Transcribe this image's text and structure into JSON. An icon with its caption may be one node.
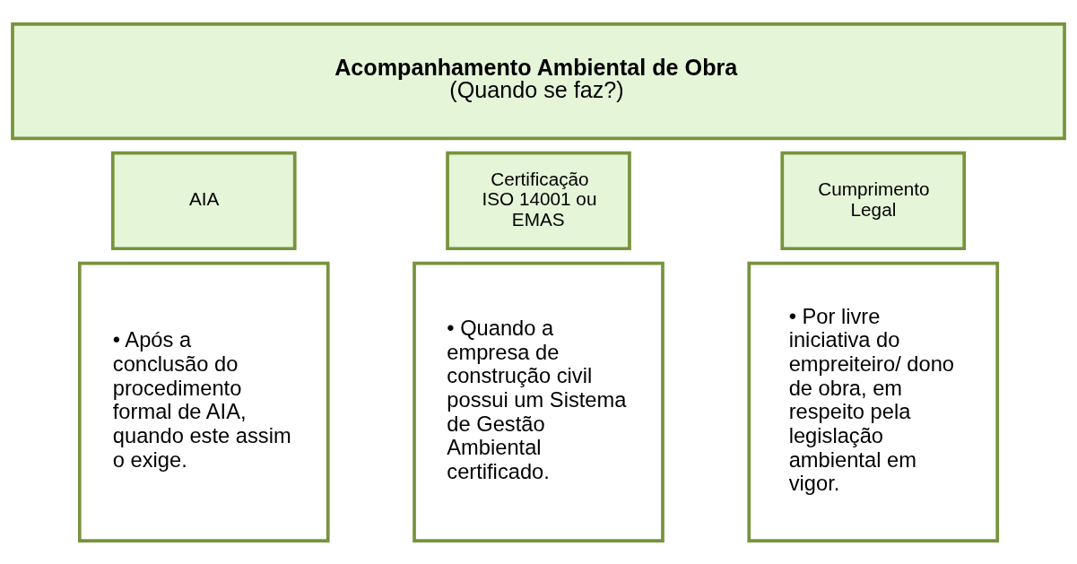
{
  "diagram": {
    "nodes": [
      {
        "text": [
          "Acompanhamento Ambiental de Obra",
          "(Quando se faz?)"
        ]
      },
      {
        "text": [
          "AIA"
        ]
      },
      {
        "text": [
          "• Após a conclusão do procedimento formal de AIA, quando este assim o exige."
        ]
      },
      {
        "text": [
          "Certificação ISO 14001 ou EMAS"
        ]
      },
      {
        "text": [
          "• Quando a empresa de construção civil possui um Sistema de Gestão Ambiental certificado."
        ]
      },
      {
        "text": [
          "Cumprimento Legal"
        ]
      },
      {
        "text": [
          "• Por livre iniciativa do empreiteiro/ dono de obra, em respeito pela legislação ambiental em vigor."
        ]
      }
    ],
    "edges": []
  }
}
